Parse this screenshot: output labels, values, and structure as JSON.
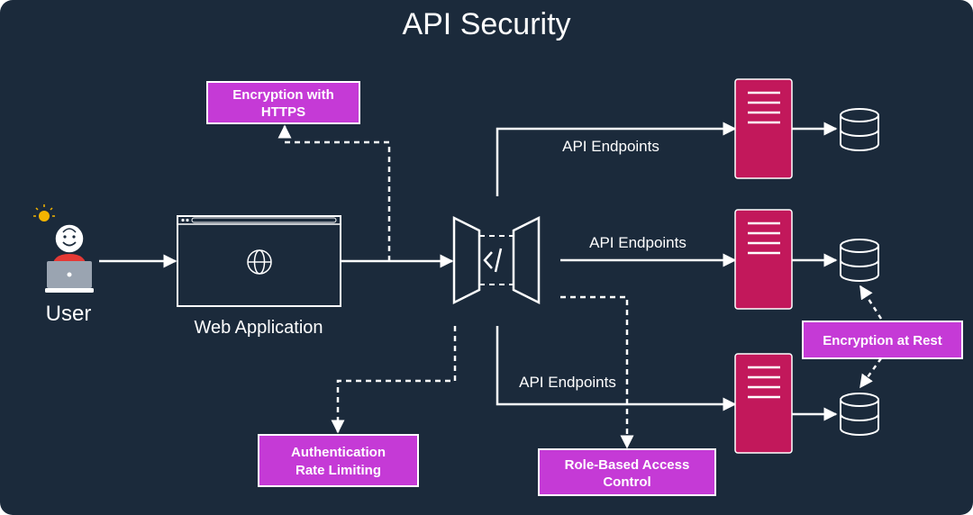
{
  "title": "API Security",
  "colors": {
    "background": "#1b2a3b",
    "line": "#ffffff",
    "server": "#c2185b",
    "callout": "#c53ad6",
    "skin": "#ffffff",
    "shirt": "#e53935",
    "laptop": "#9aa4b1",
    "bulb": "#f4b400"
  },
  "user": {
    "label": "User"
  },
  "web_app": {
    "label": "Web Application"
  },
  "endpoints": [
    {
      "label": "API Endpoints"
    },
    {
      "label": "API Endpoints"
    },
    {
      "label": "API Endpoints"
    }
  ],
  "callouts": {
    "encryption_https": [
      "Encryption with",
      "HTTPS"
    ],
    "authentication": [
      "Authentication",
      "Rate Limiting"
    ],
    "rbac": [
      "Role-Based Access",
      "Control"
    ],
    "encryption_rest": [
      "Encryption at Rest"
    ]
  },
  "icons": {
    "user": "person-with-laptop-icon",
    "idea": "lightbulb-icon",
    "globe": "globe-icon",
    "gateway": "api-gateway-code-icon",
    "server": "server-icon",
    "database": "database-icon"
  }
}
